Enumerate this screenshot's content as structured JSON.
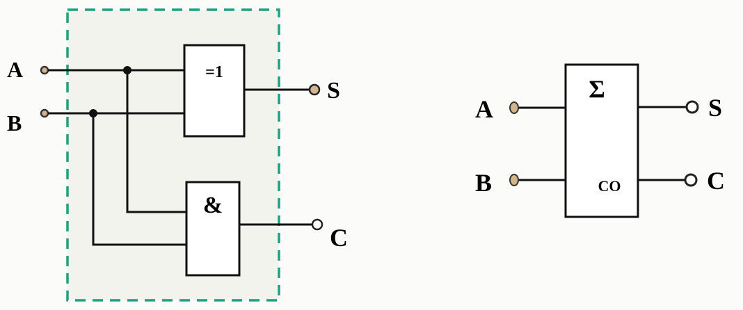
{
  "diagram": {
    "left": {
      "inputs": {
        "a": "A",
        "b": "B"
      },
      "outputs": {
        "s": "S",
        "c": "C"
      },
      "gates": {
        "xor": "=1",
        "and": "&"
      }
    },
    "right": {
      "inputs": {
        "a": "A",
        "b": "B"
      },
      "outputs": {
        "s": "S",
        "c": "C"
      },
      "block": {
        "sum": "Σ",
        "carry": "CO"
      }
    }
  },
  "colors": {
    "dashed_border": "#20a080",
    "panel_fill": "#f3f3ee",
    "input_terminal": "#d4b48c",
    "wire": "#111111"
  }
}
